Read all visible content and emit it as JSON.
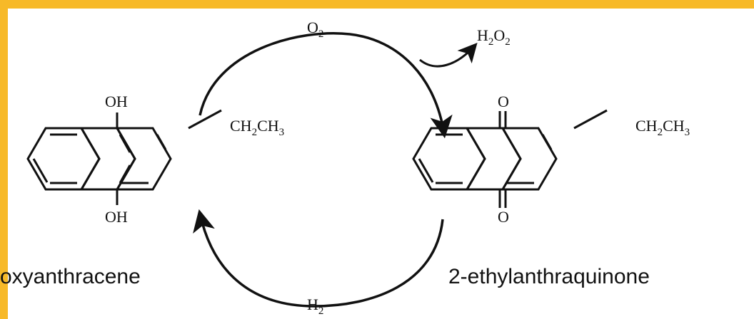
{
  "colors": {
    "frame": "#f7b928",
    "ink": "#111111",
    "background": "#ffffff"
  },
  "left_molecule": {
    "caption": "oxyanthracene",
    "substituent_top": "OH",
    "substituent_bottom": "OH",
    "ethyl_group": {
      "ch2": "CH",
      "sub1": "2",
      "ch3": "CH",
      "sub2": "3"
    }
  },
  "right_molecule": {
    "caption": "2-ethylanthraquinone",
    "substituent_top": "O",
    "substituent_bottom": "O",
    "ethyl_group": {
      "ch2": "CH",
      "sub1": "2",
      "ch3": "CH",
      "sub2": "3"
    }
  },
  "top_arrow": {
    "reagent": {
      "base": "O",
      "sub": "2"
    },
    "product": {
      "h": "H",
      "sub1": "2",
      "o": "O",
      "sub2": "2"
    }
  },
  "bottom_arrow": {
    "reagent": {
      "base": "H",
      "sub": "2"
    }
  }
}
